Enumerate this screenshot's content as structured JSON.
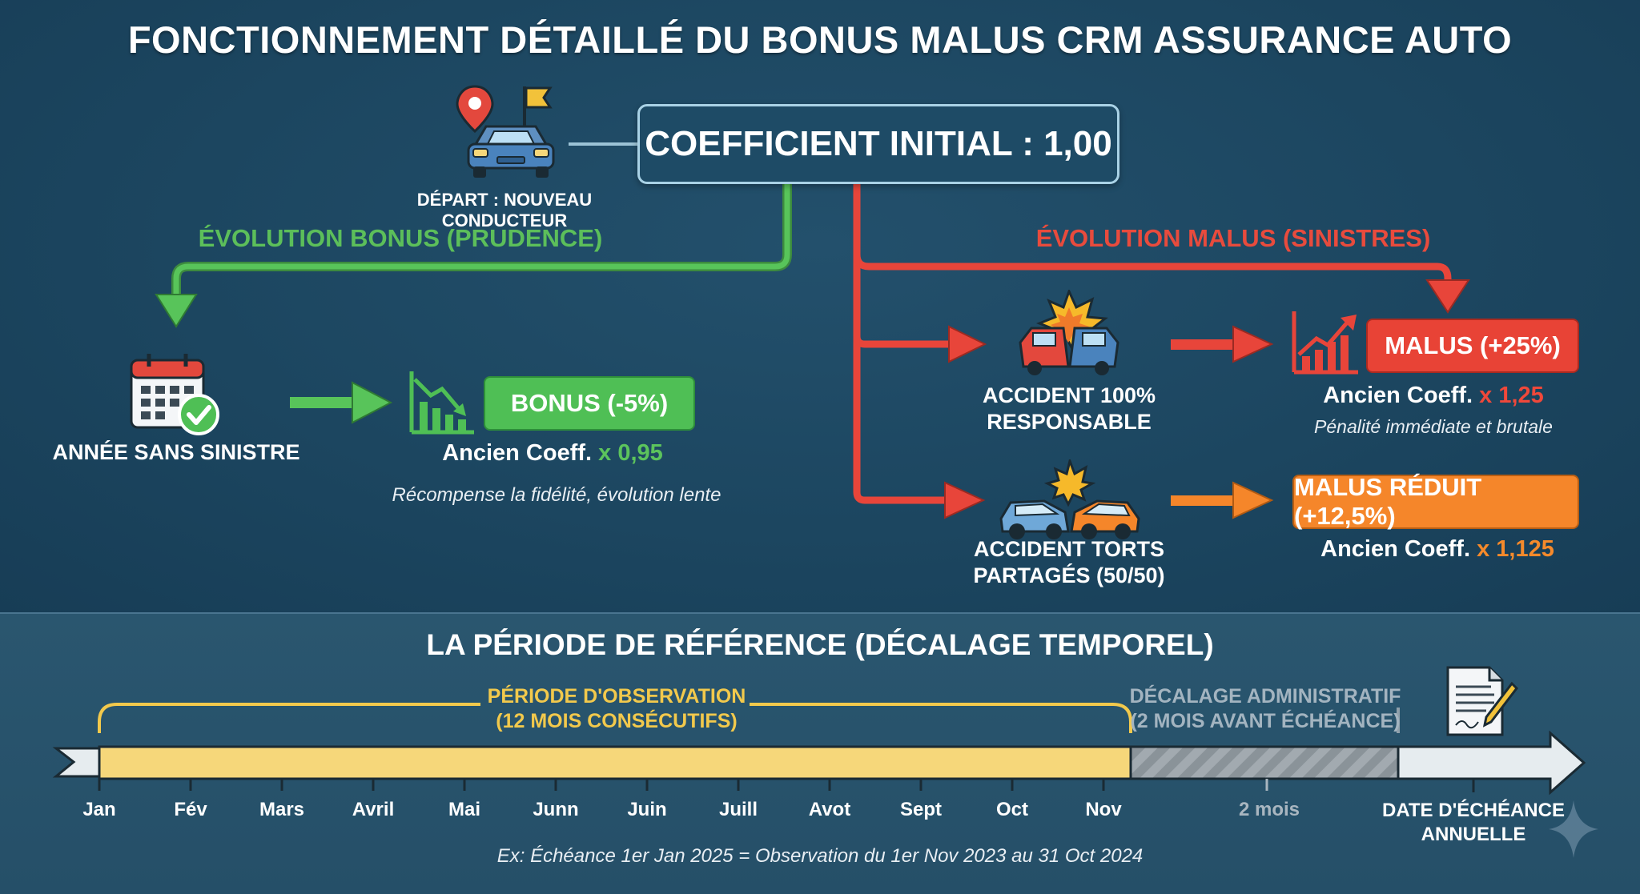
{
  "title": "FONCTIONNEMENT DÉTAILLÉ DU BONUS MALUS CRM ASSURANCE AUTO",
  "start": {
    "coefficient_label": "COEFFICIENT INITIAL : 1,00",
    "depart_label": "DÉPART : NOUVEAU CONDUCTEUR",
    "icons": [
      "map-pin-icon",
      "flag-icon",
      "car-icon"
    ]
  },
  "bonus": {
    "title": "ÉVOLUTION BONUS (PRUDENCE)",
    "condition": "ANNÉE SANS SINISTRE",
    "badge": "BONUS (-5%)",
    "coef_prefix": "Ancien Coeff.",
    "coef_value": "x 0,95",
    "description": "Récompense la fidélité, évolution lente",
    "color": "#4fbf55",
    "icons": [
      "calendar-check-icon",
      "chart-down-icon"
    ]
  },
  "malus": {
    "title": "ÉVOLUTION MALUS (SINISTRES)",
    "color": "#e84336",
    "full": {
      "condition_line1": "ACCIDENT 100%",
      "condition_line2": "RESPONSABLE",
      "badge": "MALUS (+25%)",
      "coef_prefix": "Ancien Coeff.",
      "coef_value": "x 1,25",
      "description": "Pénalité immédiate et brutale",
      "icons": [
        "car-crash-icon",
        "chart-up-icon"
      ]
    },
    "shared": {
      "condition_line1": "ACCIDENT TORTS",
      "condition_line2": "PARTAGÉS (50/50)",
      "badge": "MALUS RÉDUIT (+12,5%)",
      "coef_prefix": "Ancien Coeff.",
      "coef_value": "x 1,125",
      "color": "#f5862a",
      "icons": [
        "two-cars-collision-icon"
      ]
    }
  },
  "reference_period": {
    "title": "LA PÉRIODE DE RÉFÉRENCE (DÉCALAGE TEMPOREL)",
    "observation_line1": "PÉRIODE D'OBSERVATION",
    "observation_line2": "(12 MOIS CONSÉCUTIFS)",
    "admin_line1": "DÉCALAGE ADMINISTRATIF",
    "admin_line2": "(2 MOIS AVANT ÉCHÉANCE)",
    "months": [
      "Jan",
      "Fév",
      "Mars",
      "Avril",
      "Mai",
      "Junn",
      "Juin",
      "Juill",
      "Avot",
      "Sept",
      "Oct",
      "Nov"
    ],
    "gap_label": "2 mois",
    "due_line1": "DATE D'ÉCHÉANCE",
    "due_line2": "ANNUELLE",
    "example": "Ex: Échéance 1er Jan 2025 = Observation du 1er Nov 2023 au 31 Oct 2024",
    "observation_color": "#f6d77a",
    "icons": [
      "contract-signature-icon",
      "sparkle-icon"
    ]
  }
}
